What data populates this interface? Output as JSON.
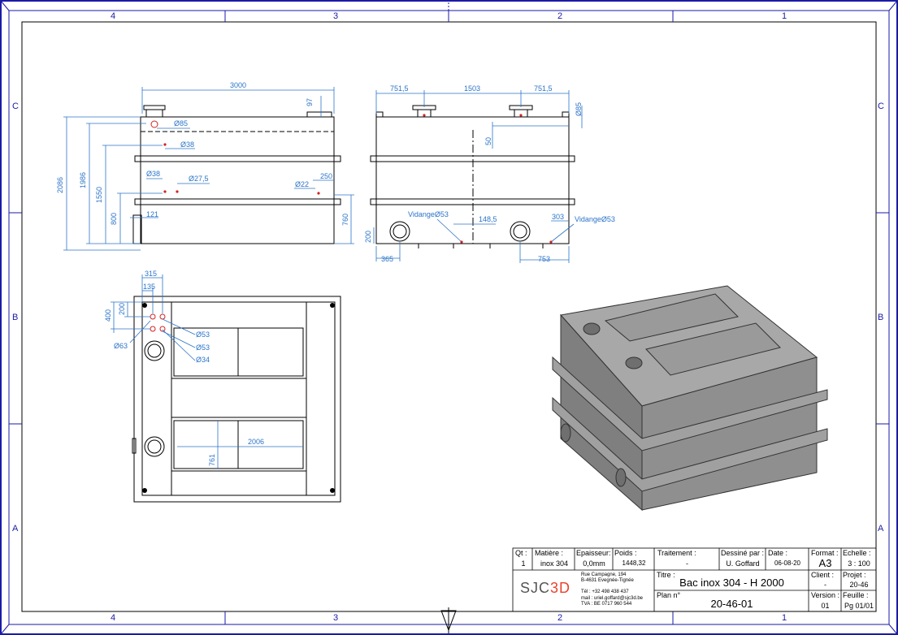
{
  "sheet": {
    "zones_top": [
      "4",
      "3",
      "2",
      "1"
    ],
    "zones_bottom": [
      "4",
      "3",
      "2",
      "1"
    ],
    "zones_left": [
      "C",
      "B",
      "A"
    ],
    "zones_right": [
      "C",
      "B",
      "A"
    ]
  },
  "side_view": {
    "dims": {
      "length": "3000",
      "top": "97",
      "total_height": "2086",
      "h1986": "1986",
      "h1550": "1550",
      "h800": "800",
      "w121": "121",
      "h760": "760",
      "w250": "250"
    },
    "diameters": {
      "d85": "Ø85",
      "d38a": "Ø38",
      "d38b": "Ø38",
      "d27": "Ø27,5",
      "d22": "Ø22"
    }
  },
  "front_view": {
    "dims": {
      "left": "751,5",
      "mid": "1503",
      "right": "751,5",
      "d85": "Ø85",
      "h50": "50",
      "h200": "200",
      "w365": "365",
      "w148": "148,5",
      "w303": "303",
      "w753": "753"
    },
    "labels": {
      "drain1": "VidangeØ53",
      "drain2": "VidangeØ53"
    }
  },
  "top_view": {
    "dims": {
      "w315": "315",
      "w135": "135",
      "h400": "400",
      "h200": "200",
      "w2006": "2006",
      "h761": "761"
    },
    "diameters": {
      "d63": "Ø63",
      "d53a": "Ø53",
      "d53b": "Ø53",
      "d34": "Ø34"
    }
  },
  "title_block": {
    "qty_label": "Qt :",
    "qty": "1",
    "material_label": "Matière :",
    "material": "inox 304",
    "thickness_label": "Epaisseur:",
    "thickness": "0,0mm",
    "weight_label": "Poids :",
    "weight": "1448,32",
    "treatment_label": "Traitement :",
    "treatment": "-",
    "drawn_by_label": "Dessiné par :",
    "drawn_by": "U. Goffard",
    "date_label": "Date :",
    "date": "06-08-20",
    "format_label": "Format :",
    "format": "A3",
    "scale_label": "Echelle :",
    "scale": "3 : 100",
    "logo_text": "SJC",
    "logo_accent": "3D",
    "address1": "Rue Campagne, 194",
    "address2": "B-4631 Evegnée-Tignée",
    "phone": "Tél : +32 498 438 437",
    "email": "mail : uriel.goffard@sjc3d.be",
    "vat": "TVA : BE 0717 960 544",
    "title_label": "Titre :",
    "title": "Bac inox 304 - H 2000",
    "client_label": "Client :",
    "client": "-",
    "project_label": "Projet :",
    "project": "20-46",
    "plan_label": "Plan n°",
    "plan": "20-46-01",
    "version_label": "Version :",
    "version": "01",
    "sheet_label": "Feuille :",
    "sheet": "Pg 01/01"
  },
  "colors": {
    "frame": "#1a1aa8",
    "dimension": "#2b74c9",
    "outline": "#000000",
    "accent_red": "#d42020",
    "tank_grey": "#8f8f8f"
  }
}
